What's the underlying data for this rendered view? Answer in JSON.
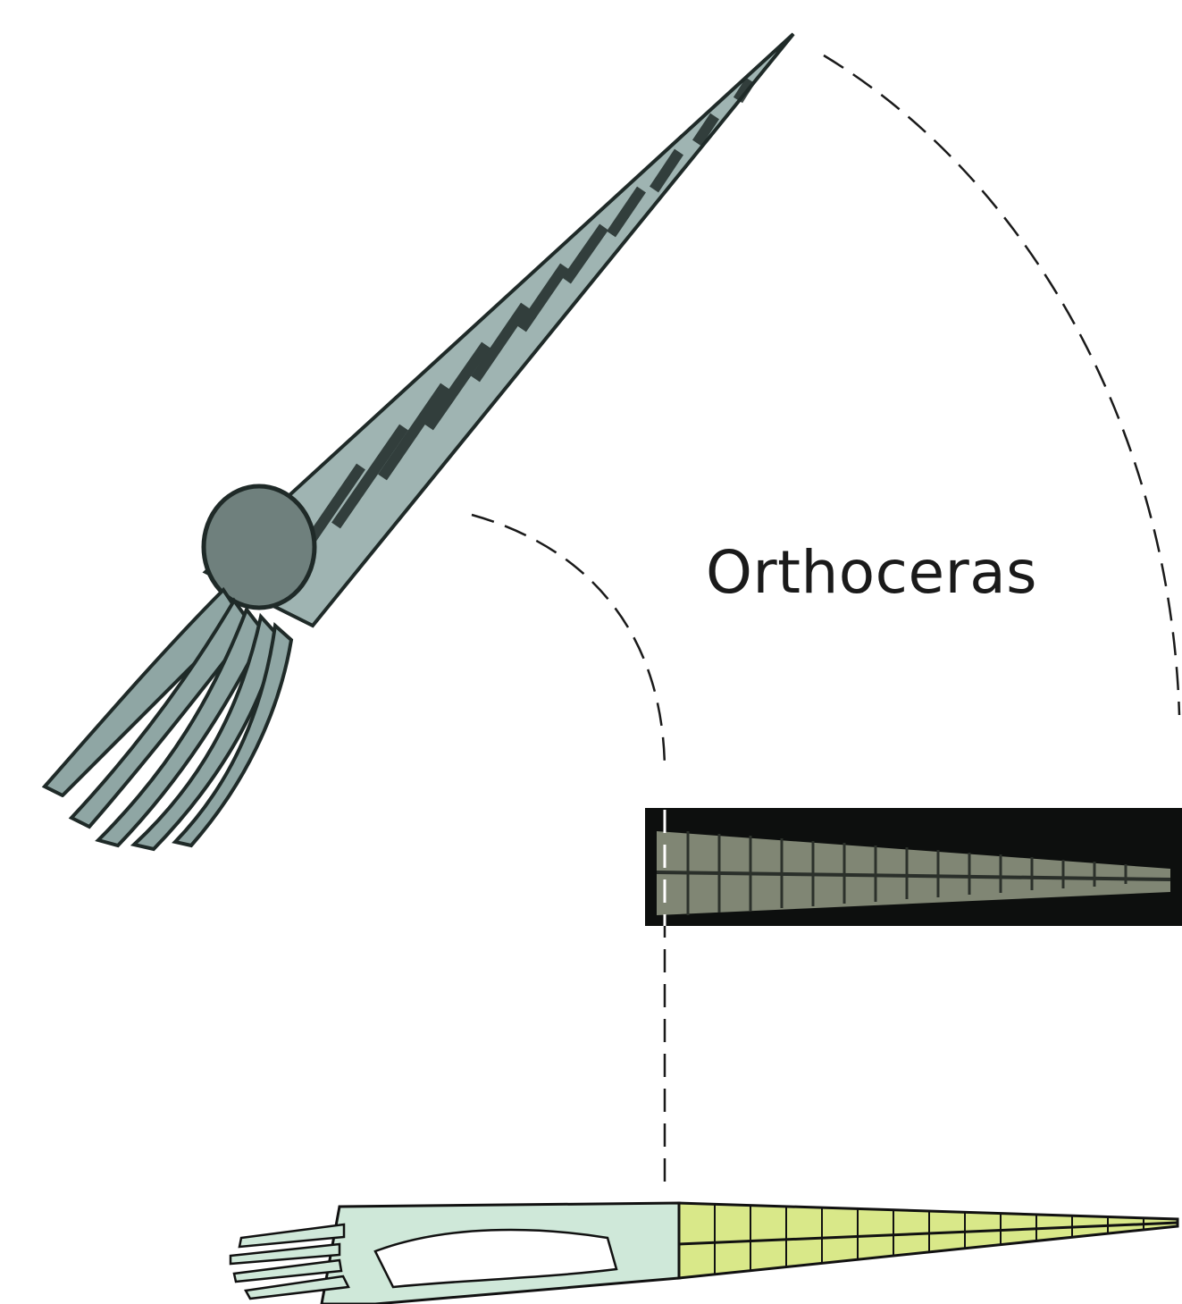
{
  "title": "Orthoceras",
  "colors": {
    "background": "#ffffff",
    "guide_lines": "#1a1a1a",
    "illustration_shell": "#9fb4b2",
    "illustration_dark": "#1f2a28",
    "fossil_background": "#0d0f0e",
    "fossil_shell": "#8d9480",
    "diagram_body": "#cfe8d9",
    "diagram_chambers": "#d9e889",
    "diagram_outline": "#111111"
  },
  "figures": [
    {
      "name": "life-reconstruction-illustration",
      "icon": "orthoceras-drawing"
    },
    {
      "name": "fossil-photograph",
      "icon": "orthoceras-fossil"
    },
    {
      "name": "anatomical-cross-section",
      "icon": "orthoceras-anatomy"
    }
  ]
}
